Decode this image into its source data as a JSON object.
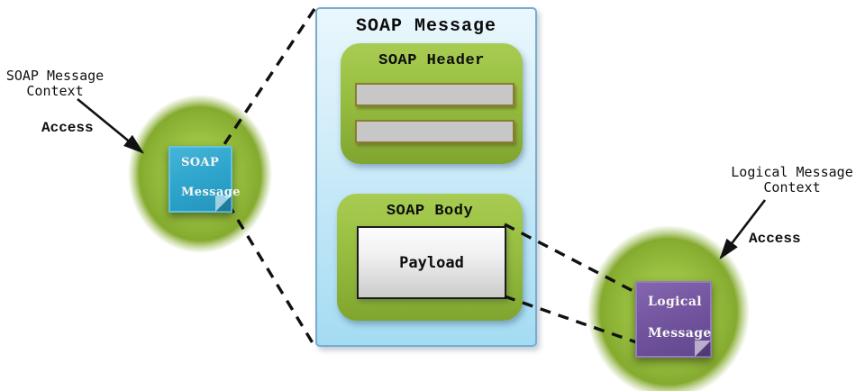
{
  "main_box": {
    "title": "SOAP Message"
  },
  "header_box": {
    "title": "SOAP Header"
  },
  "body_box": {
    "title": "SOAP Body",
    "payload_label": "Payload"
  },
  "left_context": {
    "label_line1": "SOAP Message",
    "label_line2": "Context",
    "access_label": "Access",
    "note_line1": "SOAP",
    "note_line2": "Message"
  },
  "right_context": {
    "label_line1": "Logical Message",
    "label_line2": "Context",
    "access_label": "Access",
    "note_line1": "Logical",
    "note_line2": "Message"
  },
  "colors": {
    "container_fill_top": "#eaf7fd",
    "container_fill_bottom": "#a4dcf3",
    "container_border": "#79abce",
    "green_box_top": "#a8cc52",
    "green_box_bottom": "#7fa52f",
    "ellipse_green": "#9ac140",
    "header_bar_fill": "#c7c7c7",
    "header_bar_border": "#8a7d2f",
    "payload_fill": "#ececec",
    "soap_note_fill": "#2fa6cd",
    "logical_note_fill": "#74559f",
    "connector_color": "#111111"
  }
}
